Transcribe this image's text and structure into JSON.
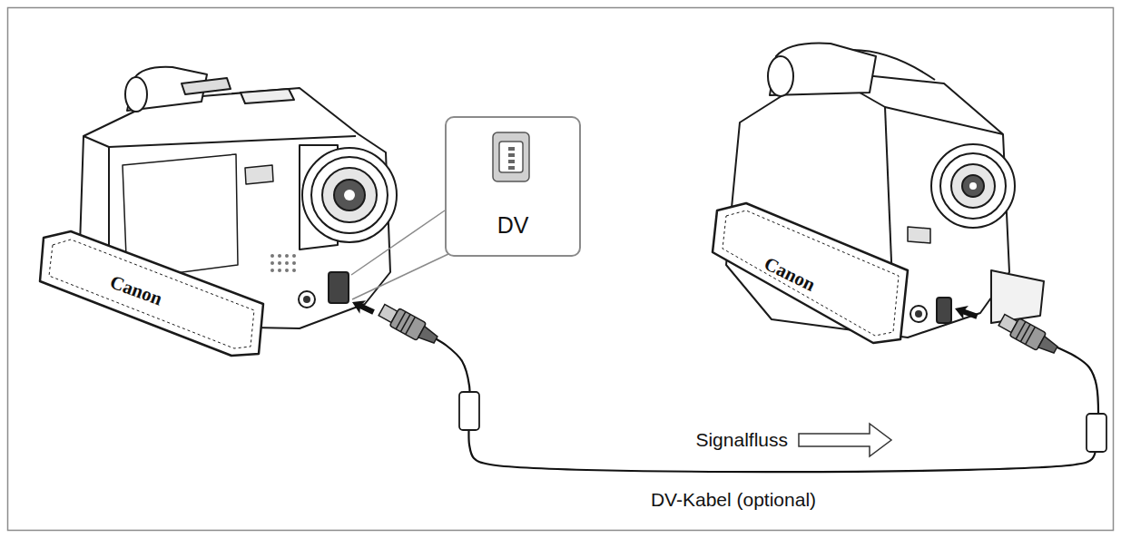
{
  "diagram": {
    "nodes": [
      {
        "text": [
          "Canon"
        ]
      },
      {
        "text": [
          "DV"
        ]
      },
      {
        "text": [
          "Canon"
        ]
      }
    ],
    "edges": [
      {
        "from": 0,
        "to": 2,
        "arrow": "none",
        "label": "DV-Kabel (optional)"
      }
    ],
    "labels": [
      "Signalfluss"
    ]
  }
}
